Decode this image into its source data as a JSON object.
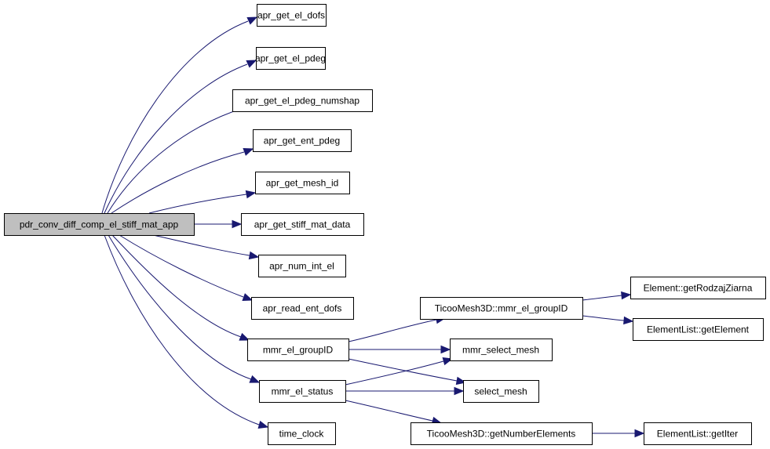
{
  "diagram": {
    "type": "call-graph",
    "edge_color": "#191970",
    "root_fill": "#bfbfbf",
    "nodes": [
      {
        "id": "root",
        "label": "pdr_conv_diff_comp_el_stiff_mat_app",
        "root": true
      },
      {
        "id": "n1",
        "label": "apr_get_el_dofs"
      },
      {
        "id": "n2",
        "label": "apr_get_el_pdeg"
      },
      {
        "id": "n3",
        "label": "apr_get_el_pdeg_numshap"
      },
      {
        "id": "n4",
        "label": "apr_get_ent_pdeg"
      },
      {
        "id": "n5",
        "label": "apr_get_mesh_id"
      },
      {
        "id": "n6",
        "label": "apr_get_stiff_mat_data"
      },
      {
        "id": "n7",
        "label": "apr_num_int_el"
      },
      {
        "id": "n8",
        "label": "apr_read_ent_dofs"
      },
      {
        "id": "n9",
        "label": "mmr_el_groupID"
      },
      {
        "id": "n10",
        "label": "mmr_el_status"
      },
      {
        "id": "n11",
        "label": "time_clock"
      },
      {
        "id": "n12",
        "label": "TicooMesh3D::mmr_el_groupID"
      },
      {
        "id": "n13",
        "label": "mmr_select_mesh"
      },
      {
        "id": "n14",
        "label": "select_mesh"
      },
      {
        "id": "n15",
        "label": "TicooMesh3D::getNumberElements"
      },
      {
        "id": "n16",
        "label": "Element::getRodzajZiarna"
      },
      {
        "id": "n17",
        "label": "ElementList::getElement"
      },
      {
        "id": "n18",
        "label": "ElementList::getIter"
      }
    ],
    "edges": [
      {
        "from": "root",
        "to": "n1"
      },
      {
        "from": "root",
        "to": "n2"
      },
      {
        "from": "root",
        "to": "n3"
      },
      {
        "from": "root",
        "to": "n4"
      },
      {
        "from": "root",
        "to": "n5"
      },
      {
        "from": "root",
        "to": "n6"
      },
      {
        "from": "root",
        "to": "n7"
      },
      {
        "from": "root",
        "to": "n8"
      },
      {
        "from": "root",
        "to": "n9"
      },
      {
        "from": "root",
        "to": "n10"
      },
      {
        "from": "root",
        "to": "n11"
      },
      {
        "from": "n9",
        "to": "n12"
      },
      {
        "from": "n9",
        "to": "n13"
      },
      {
        "from": "n9",
        "to": "n14"
      },
      {
        "from": "n10",
        "to": "n13"
      },
      {
        "from": "n10",
        "to": "n14"
      },
      {
        "from": "n10",
        "to": "n15"
      },
      {
        "from": "n12",
        "to": "n16"
      },
      {
        "from": "n12",
        "to": "n17"
      },
      {
        "from": "n15",
        "to": "n18"
      }
    ]
  }
}
